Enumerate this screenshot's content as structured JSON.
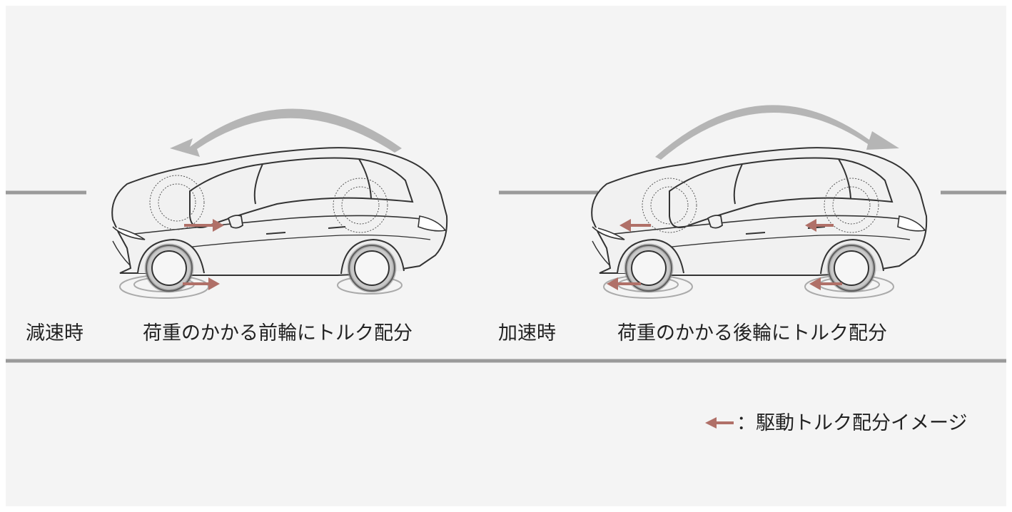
{
  "scenes": [
    {
      "id": "decelerate",
      "condition_label": "減速時",
      "description": "荷重のかかる前輪にトルク配分"
    },
    {
      "id": "accelerate",
      "condition_label": "加速時",
      "description": "荷重のかかる後輪にトルク配分"
    }
  ],
  "legend": {
    "text": "：駆動トルク配分イメージ"
  },
  "colors": {
    "background": "#f4f4f4",
    "torque_arrow": "#b07068",
    "pitch_arrow": "#b5b5b5",
    "road_line": "#9a9a9a",
    "car_outline": "#333333",
    "car_fill": "#f1f1f1"
  },
  "icons": {
    "torque_arrow": "arrow-left-icon",
    "pitch_arrow": "curved-arrow-icon"
  }
}
